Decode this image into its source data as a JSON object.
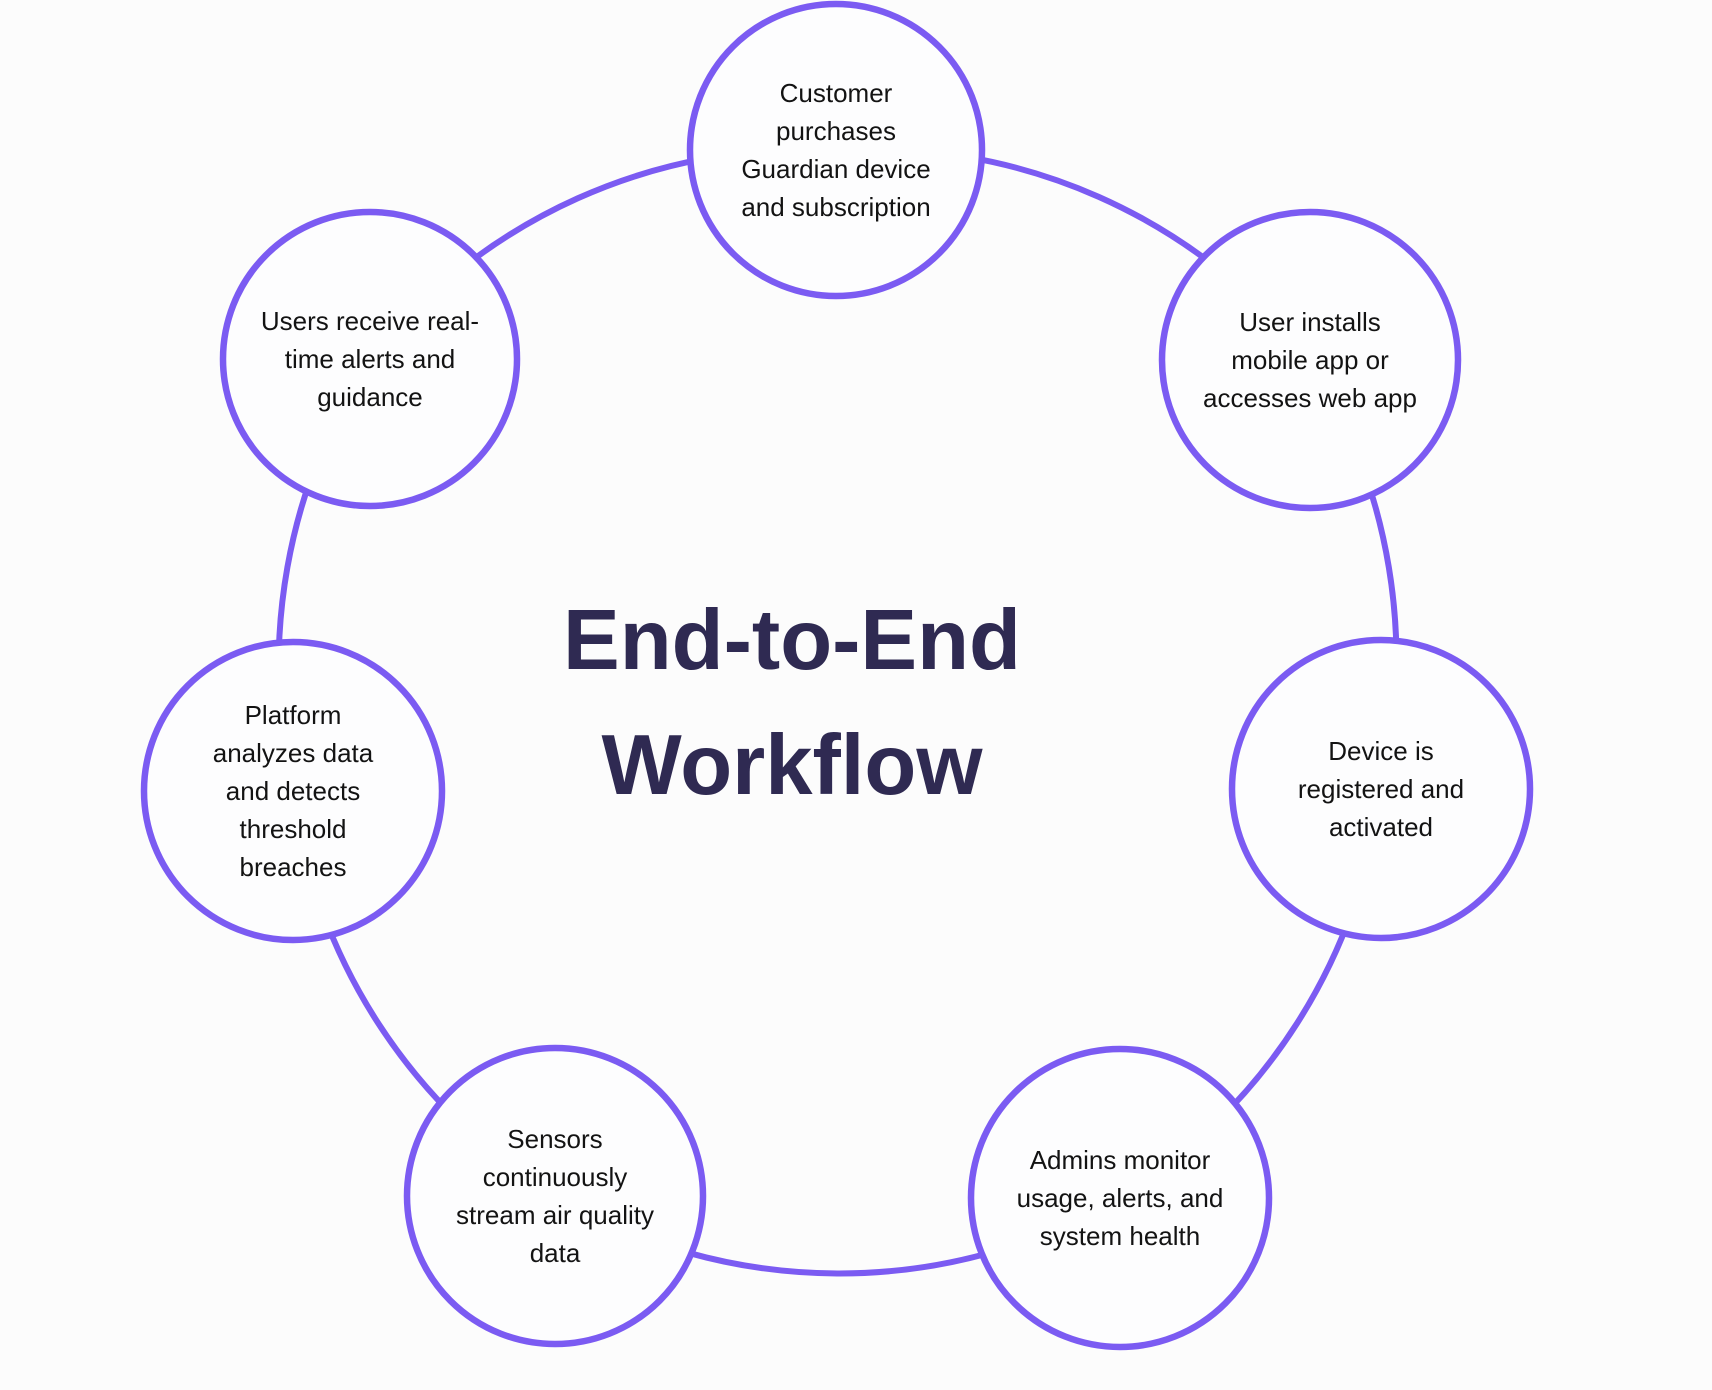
{
  "title": {
    "line1": "End-to-End",
    "line2": "Workflow"
  },
  "steps": [
    {
      "label": "Customer purchases Guardian device and subscription"
    },
    {
      "label": "User installs mobile app or accesses web app"
    },
    {
      "label": "Device is registered and activated"
    },
    {
      "label": "Admins monitor usage, alerts, and system health"
    },
    {
      "label": "Sensors continuously stream air quality data"
    },
    {
      "label": "Platform analyzes data and detects threshold breaches"
    },
    {
      "label": "Users receive real-time alerts and guidance"
    }
  ],
  "colors": {
    "accent": "#7B5BF2",
    "title_color": "#2F2A52",
    "step_color": "#131313",
    "bg": "#FCFCFC",
    "fill": "#FDFDFE"
  }
}
